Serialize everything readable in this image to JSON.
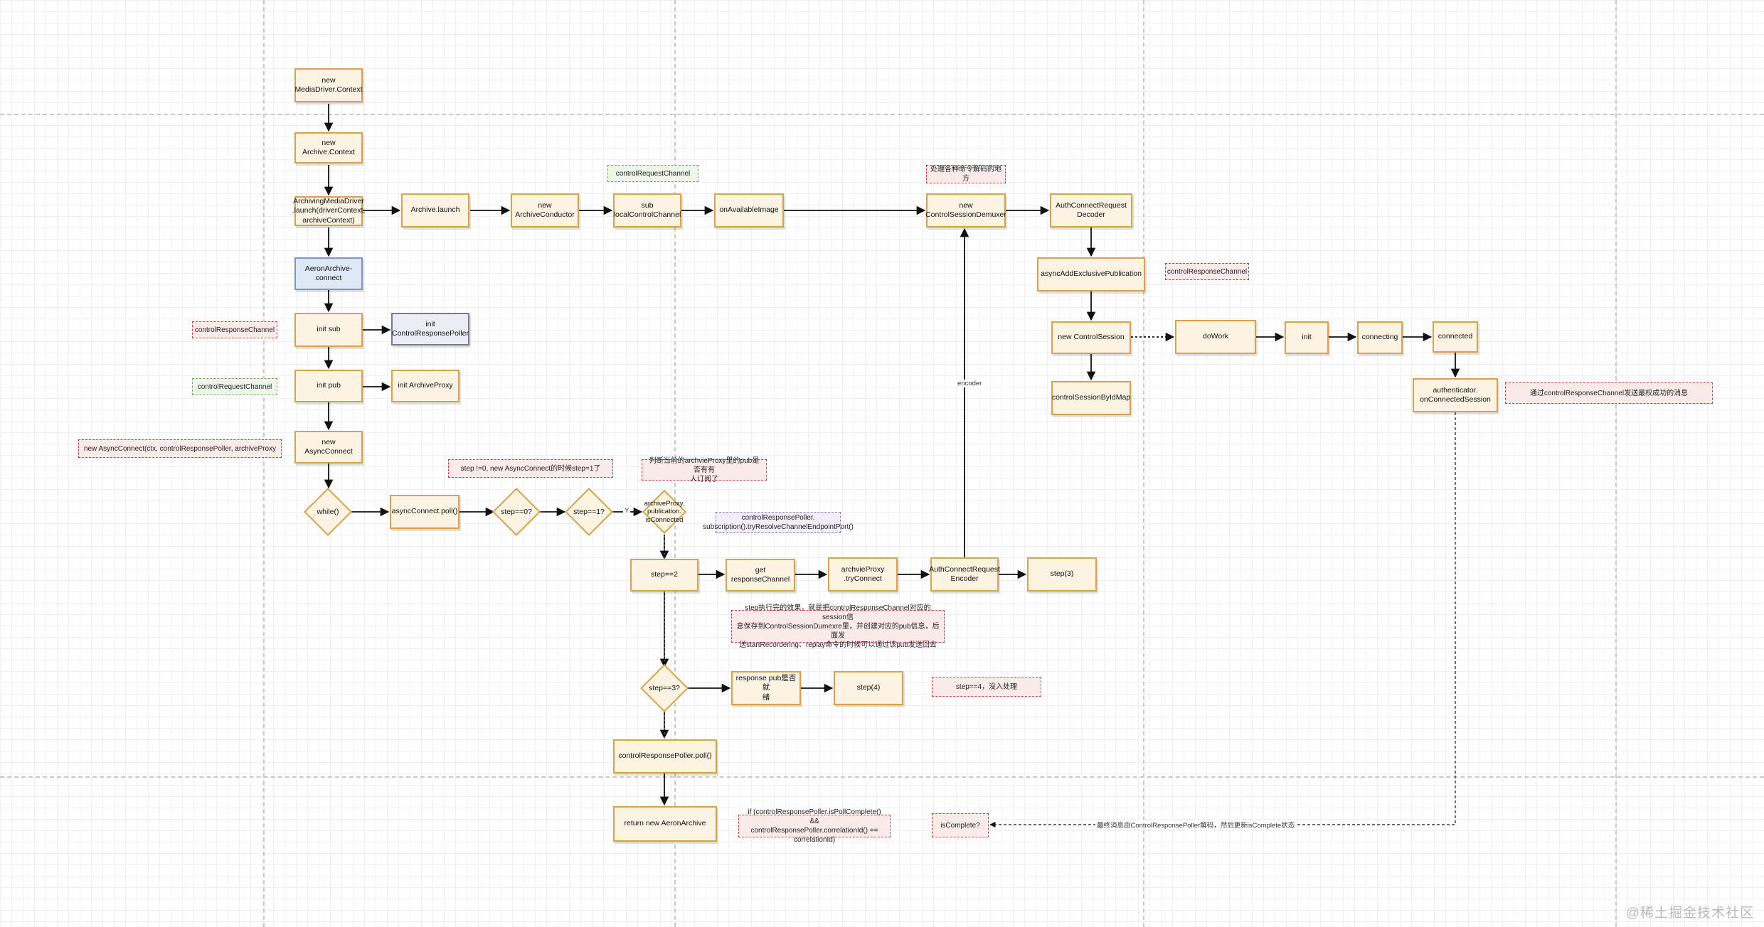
{
  "nodes": {
    "new_media_driver_context": "new\nMediaDriver.Context",
    "new_archive_context": "new Archive.Context",
    "archiving_media_driver_launch": "ArchivingMediaDriver\n.launch(driverContext,\narchiveContext)",
    "archive_launch": "Archive.launch",
    "new_archive_conductor": "new\nArchiveConductor",
    "sub_local_control_channel": "sub\nlocalControlChannel",
    "on_available_image": "onAvailableImage",
    "new_control_session_demuxer": "new\nControlSessionDemuxer",
    "auth_connect_request_decoder": "AuthConnectRequest\nDecoder",
    "async_add_exclusive_publication": "asyncAddExclusivePublication",
    "new_control_session": "new ControlSession",
    "control_session_by_id_map": "controlSessionByIdMap",
    "do_work": "doWork",
    "init": "init",
    "connecting": "connecting",
    "connected": "connected",
    "authenticator_on_connected_session": "authenticator.\nonConnectedSession",
    "aeron_archive_connect": "AeronArchive-\nconnect",
    "init_sub": "init sub",
    "init_control_response_poller": "init\nControlResponsePoller",
    "init_pub": "init pub",
    "init_archive_proxy": "init ArchiveProxy",
    "new_async_connect": "new AsyncConnect",
    "async_connect_poll": "asyncConnect.poll()",
    "step_2": "step==2",
    "get_response_channel": "get responseChannel",
    "archive_proxy_try_connect": "archvieProxy\n.tryConnect",
    "auth_connect_request_encoder": "AuthConnectRequest\nEncoder",
    "step_3_call": "step(3)",
    "response_pub_ready": "response pub是否就\n绪",
    "step_4_call": "step(4)",
    "control_response_poller_poll": "controlResponsePoller.poll()",
    "return_new_aeron_archive": "return new AeronArchive"
  },
  "diamonds": {
    "while_loop": "while()",
    "step_eq_0": "step==0?",
    "step_eq_1": "step==1?",
    "is_connected": "archiveProxy.\npublication.\nisConnected",
    "step_eq_3": "step==3?"
  },
  "notes": {
    "control_request_channel_top": "controlRequestChannel",
    "decode_commands_here": "处理各种命令解码的地方",
    "control_response_channel_right": "controlResponseChannel",
    "send_auth_success_msg": "通过controlResponseChannel发送最权成功的消息",
    "control_response_channel_left": "controlResponseChannel",
    "control_request_channel_left": "controlRequestChannel",
    "new_async_connect_args": "new AsyncConnect(ctx, controlResponsePoller, archiveProxy",
    "step_not_zero": "step !=0, new AsyncConnect的时候step=1了",
    "check_pub_subscribed": "判断当前的archvieProxy里的pub是否有有\n人订阅了",
    "poller_subscription": "controlResponsePoller.\nsubscription().tryResolveChannelEndpointPort()",
    "step_effect": "step执行完的效果，就是把controlResponseChannel对应的session信\n息保存到ControlSessionDumexre里，并创建对应的pub信息，后面发\n送startRecordering、replay命令的时候可以通过该pub发送回去",
    "step_4_unhandled": "step==4，没入处理",
    "poll_complete_condition": "if (controlResponsePoller.isPollComplete() &&\ncontrolResponsePoller.correlationId() == correlationId)",
    "is_complete": "isComplete?"
  },
  "edge_labels": {
    "encoder": "encoder",
    "yes": "Y",
    "final_message": "最终消息由ControlResponsePoller解码，然后更新isComplete状态"
  },
  "watermark": "@稀土掘金技术社区",
  "colors": {
    "node_fill": "#fcf3e3",
    "node_stroke": "#d7a34a",
    "note_red": "#cf3b3b",
    "note_green": "#6aaa5a",
    "note_purple": "#8a78c0",
    "node_blue": "#7d95c2"
  }
}
